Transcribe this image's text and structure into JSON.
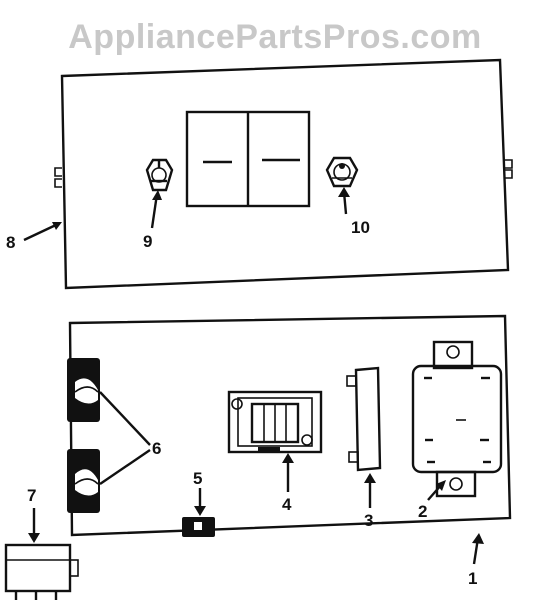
{
  "watermark": "AppliancePartsPros.com",
  "callouts": {
    "c1": "1",
    "c2": "2",
    "c3": "3",
    "c4": "4",
    "c5": "5",
    "c6": "6",
    "c7": "7",
    "c8": "8",
    "c9": "9",
    "c10": "10"
  }
}
